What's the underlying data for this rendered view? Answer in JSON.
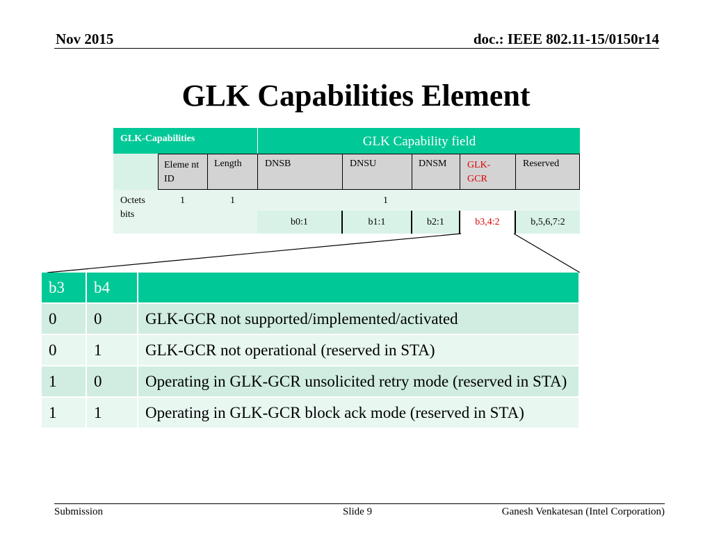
{
  "header": {
    "date": "Nov 2015",
    "doc": "doc.: IEEE 802.11-15/0150r14"
  },
  "title": "GLK Capabilities Element",
  "structure": {
    "corner_label": "GLK-Capabilities",
    "field_label": "GLK Capability field",
    "columns": [
      "Eleme nt ID",
      "Length",
      "DNSB",
      "DNSU",
      "DNSM",
      "GLK-GCR",
      "Reserved"
    ],
    "row_labels": {
      "octets": "Octets",
      "bits": "bits"
    },
    "octets": [
      "1",
      "1",
      "1"
    ],
    "bits": [
      "b0:1",
      "b1:1",
      "b2:1",
      "b3,4:2",
      "b,5,6,7:2"
    ],
    "highlight_color": "#e00000"
  },
  "table": {
    "headers": [
      "b3",
      "b4",
      ""
    ],
    "rows": [
      [
        "0",
        "0",
        "GLK-GCR not supported/implemented/activated"
      ],
      [
        "0",
        "1",
        "GLK-GCR not operational (reserved in STA)"
      ],
      [
        "1",
        "0",
        "Operating in GLK-GCR unsolicited retry mode (reserved in STA)"
      ],
      [
        "1",
        "1",
        "Operating in GLK-GCR block ack mode (reserved in STA)"
      ]
    ],
    "header_color": "#00c896"
  },
  "footer": {
    "left": "Submission",
    "center": "Slide 9",
    "right": "Ganesh Venkatesan (Intel Corporation)"
  }
}
